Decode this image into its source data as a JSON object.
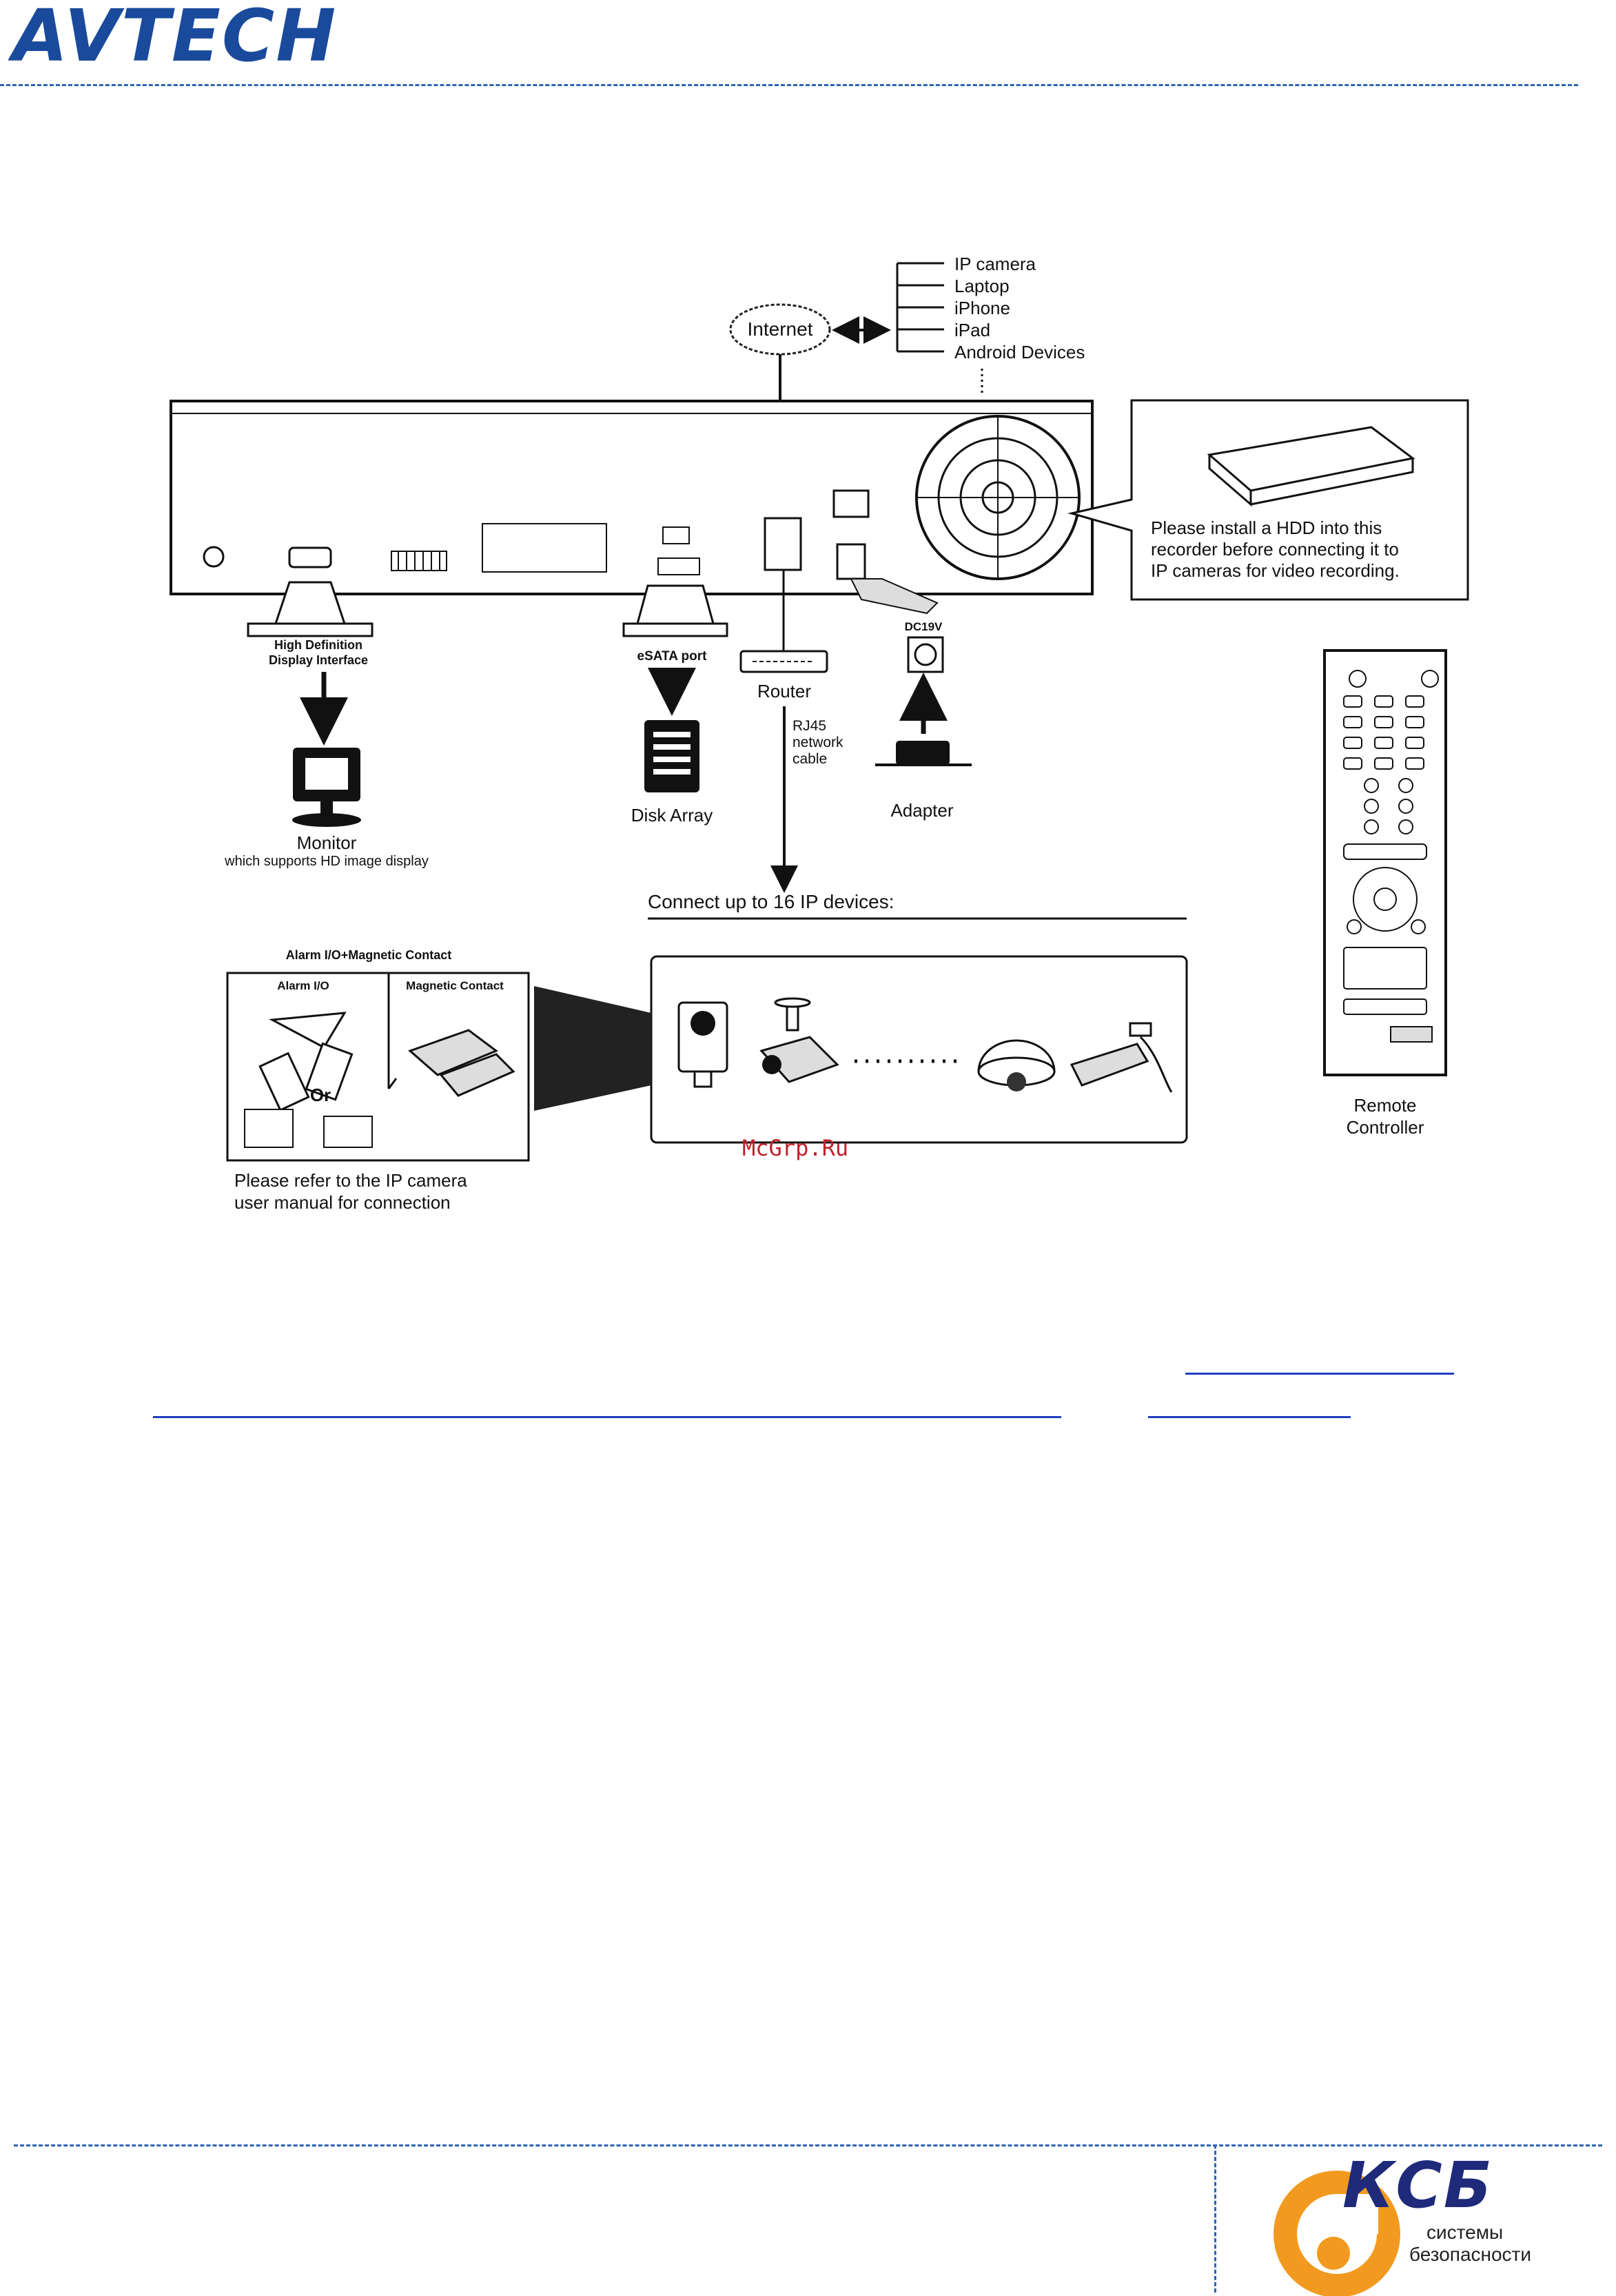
{
  "header": {
    "brand": "AVTECH"
  },
  "diagram": {
    "internet_label": "Internet",
    "device_list": [
      "IP camera",
      "Laptop",
      "iPhone",
      "iPad",
      "Android Devices"
    ],
    "hdd_note": [
      "Please install a HDD into this",
      "recorder before connecting it to",
      "IP cameras for video recording."
    ],
    "hdmi_label": [
      "High Definition",
      "Display Interface"
    ],
    "monitor_label": "Monitor",
    "monitor_sub": "which supports HD image display",
    "esata_label": "eSATA port",
    "disk_label": "Disk Array",
    "router_label": "Router",
    "cable_label": [
      "RJ45",
      "network",
      "cable"
    ],
    "power_label": "DC19V",
    "adapter_label": "Adapter",
    "connect_label": "Connect up to 16 IP devices:",
    "alarm_title": "Alarm I/O+Magnetic Contact",
    "alarm_io": "Alarm I/O",
    "magnetic": "Magnetic Contact",
    "or_label": "Or",
    "refer_note": [
      "Please refer to the IP camera",
      "user manual for connection"
    ],
    "remote_label": [
      "Remote",
      "Controller"
    ],
    "watermark": "McGrp.Ru"
  },
  "footer": {
    "company_logo": "КСБ",
    "company_sub": [
      "системы",
      "безопасности"
    ]
  },
  "colors": {
    "accent": "#2c64b4",
    "brand": "#1a4a9c",
    "watermark": "#c2202a",
    "logo_orange": "#f29a1f",
    "logo_navy": "#1f2a7a"
  }
}
